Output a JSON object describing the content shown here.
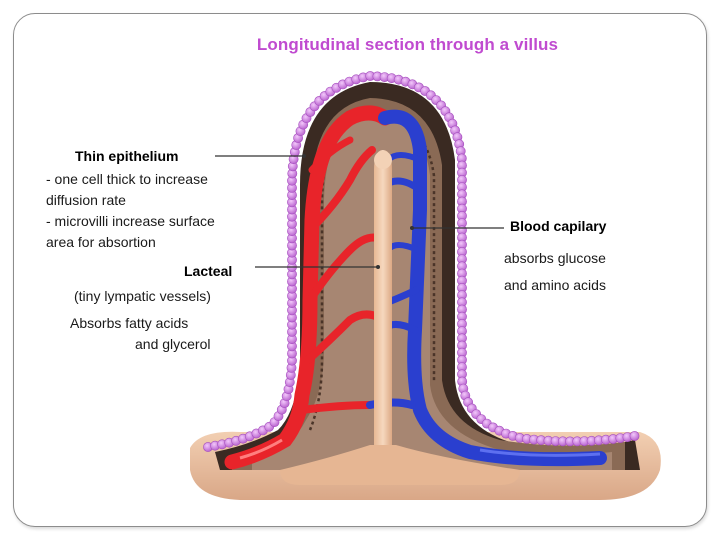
{
  "title": "Longitudinal section through a villus",
  "labels": {
    "epithelium": {
      "heading": "Thin epithelium",
      "line1": "- one cell thick to increase",
      "line2": "diffusion rate",
      "line3": "- microvilli increase surface",
      "line4": "area for absortion"
    },
    "lacteal": {
      "heading": "Lacteal",
      "line1": "(tiny lympatic vessels)",
      "line2": "Absorbs fatty acids",
      "line3": "and glycerol"
    },
    "capillary": {
      "heading": "Blood capilary",
      "line1": "absorbs glucose",
      "line2": "and amino acids"
    }
  },
  "colors": {
    "microvilli": "#d88ae8",
    "epithelium_dark": "#3a2a22",
    "tissue": "#8a6a55",
    "lacteal": "#f0c8a8",
    "artery": "#e8242a",
    "vein": "#2a3fcf",
    "title": "#c04bd0"
  }
}
